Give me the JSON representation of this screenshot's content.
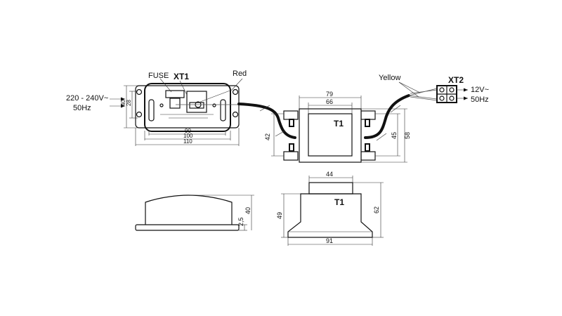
{
  "labels": {
    "fuse": "FUSE",
    "xt1": "XT1",
    "red": "Red",
    "input_voltage": "220 - 240V~",
    "input_freq": "50Hz",
    "yellow": "Yellow",
    "xt2": "XT2",
    "output_voltage": "12V~",
    "output_freq": "50Hz",
    "t1_top": "T1",
    "t1_front": "T1"
  },
  "dimensions": {
    "box_height_outer": "40",
    "box_height_inner": "28",
    "box_w_90": "90",
    "box_w_100": "100",
    "box_w_110": "110",
    "trafo_w_79": "79",
    "trafo_w_66": "66",
    "trafo_h_42": "42",
    "trafo_h_45": "45",
    "trafo_h_58": "58",
    "side_h_25": "2,5",
    "side_h_40": "40",
    "front_w_44": "44",
    "front_h_49": "49",
    "front_h_62": "62",
    "front_w_91": "91"
  }
}
